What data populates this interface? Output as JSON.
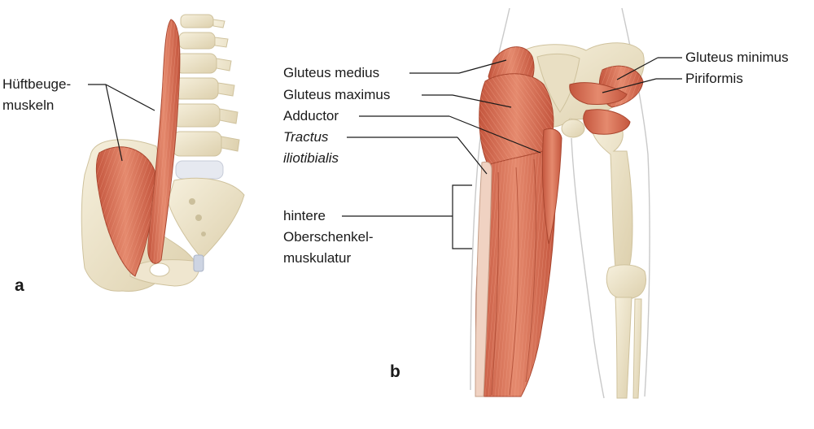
{
  "panel_a": {
    "letter": "a",
    "label_hip_flexors": [
      "Hüftbeuge-",
      "muskeln"
    ]
  },
  "panel_b": {
    "letter": "b",
    "labels": {
      "gluteus_medius": "Gluteus medius",
      "gluteus_maximus": "Gluteus maximus",
      "adductor": "Adductor",
      "tractus": [
        "Tractus",
        "iliotibialis"
      ],
      "hamstrings": [
        "hintere",
        "Oberschenkel-",
        "muskulatur"
      ],
      "gluteus_minimus": "Gluteus minimus",
      "piriformis": "Piriformis"
    }
  },
  "colors": {
    "muscle": "#d9735a",
    "muscle_dark": "#b8523c",
    "bone": "#efe6cf",
    "bone_shadow": "#d8ccaa",
    "skin_outline": "#c9c9c9",
    "leader_line": "#1a1a1a"
  }
}
